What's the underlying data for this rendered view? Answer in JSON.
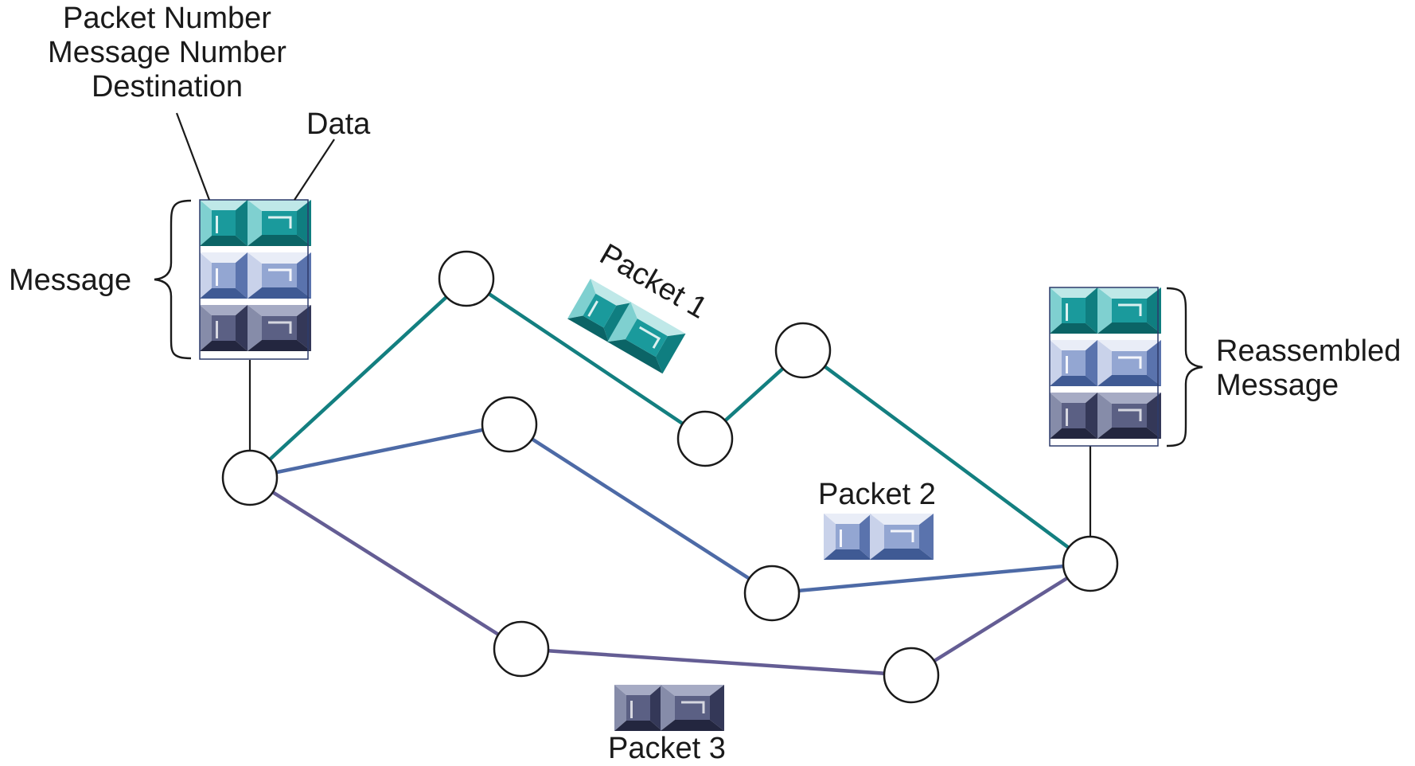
{
  "labels": {
    "header_line_1": "Packet Number",
    "header_line_2": "Message Number",
    "header_line_3": "Destination",
    "data": "Data",
    "message": "Message",
    "reassembled_line_1": "Reassembled",
    "reassembled_line_2": "Message",
    "packet_1": "Packet 1",
    "packet_2": "Packet 2",
    "packet_3": "Packet 3"
  },
  "colors": {
    "route_1": "#137f80",
    "route_2": "#4d6aa6",
    "route_3": "#645d94",
    "packet_1": "#1a9a9c",
    "packet_2": "#7f94c6",
    "packet_3": "#4f5478",
    "node_fill": "#ffffff",
    "outline": "#1a1a1a"
  },
  "nodes": [
    "source-router",
    "router-a",
    "router-b",
    "router-c",
    "router-d",
    "router-e",
    "router-f",
    "router-g",
    "destination-router"
  ],
  "routes": [
    {
      "packet": "Packet 1",
      "path": [
        "source-router",
        "router-a",
        "router-b",
        "router-c",
        "destination-router"
      ]
    },
    {
      "packet": "Packet 2",
      "path": [
        "source-router",
        "router-d",
        "router-e",
        "destination-router"
      ]
    },
    {
      "packet": "Packet 3",
      "path": [
        "source-router",
        "router-f",
        "router-g",
        "destination-router"
      ]
    }
  ]
}
